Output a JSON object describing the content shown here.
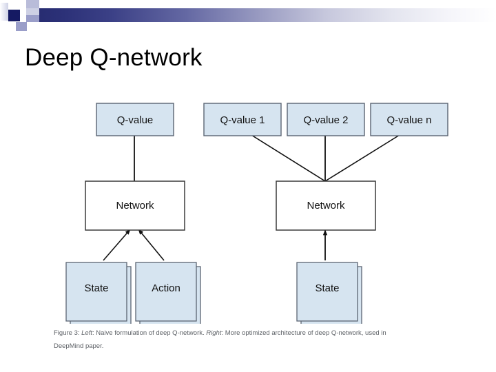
{
  "slide": {
    "title": "Deep Q-network"
  },
  "theme": {
    "band_dark": "#252a6e",
    "band_light": "#ffffff",
    "accent_square": "#151a63",
    "box_blue_fill": "#d6e4f0",
    "box_blue_border": "#5a6472",
    "box_white_fill": "#ffffff",
    "box_white_border": "#3a3a3a",
    "arrow_color": "#111111",
    "caption_color": "#5d6166"
  },
  "diagram": {
    "left_panel": {
      "name": "naive-formulation",
      "output_boxes": [
        {
          "label": "Q-value",
          "style": "blue"
        }
      ],
      "network_box": {
        "label": "Network",
        "style": "white"
      },
      "input_boxes": [
        {
          "label": "State",
          "style": "blue-stacked"
        },
        {
          "label": "Action",
          "style": "blue-stacked"
        }
      ]
    },
    "right_panel": {
      "name": "optimized-architecture",
      "output_boxes": [
        {
          "label": "Q-value 1",
          "style": "blue"
        },
        {
          "label": "Q-value 2",
          "style": "blue"
        },
        {
          "label": "Q-value n",
          "style": "blue"
        }
      ],
      "network_box": {
        "label": "Network",
        "style": "white"
      },
      "input_boxes": [
        {
          "label": "State",
          "style": "blue-stacked"
        }
      ]
    }
  },
  "caption": {
    "figure_number": "Figure 3:",
    "left_marker": "Left",
    "left_text": ": Naive formulation of deep Q-network. ",
    "right_marker": "Right",
    "right_text": ": More optimized architecture of deep Q-network, used in",
    "second_line": "DeepMind paper."
  }
}
